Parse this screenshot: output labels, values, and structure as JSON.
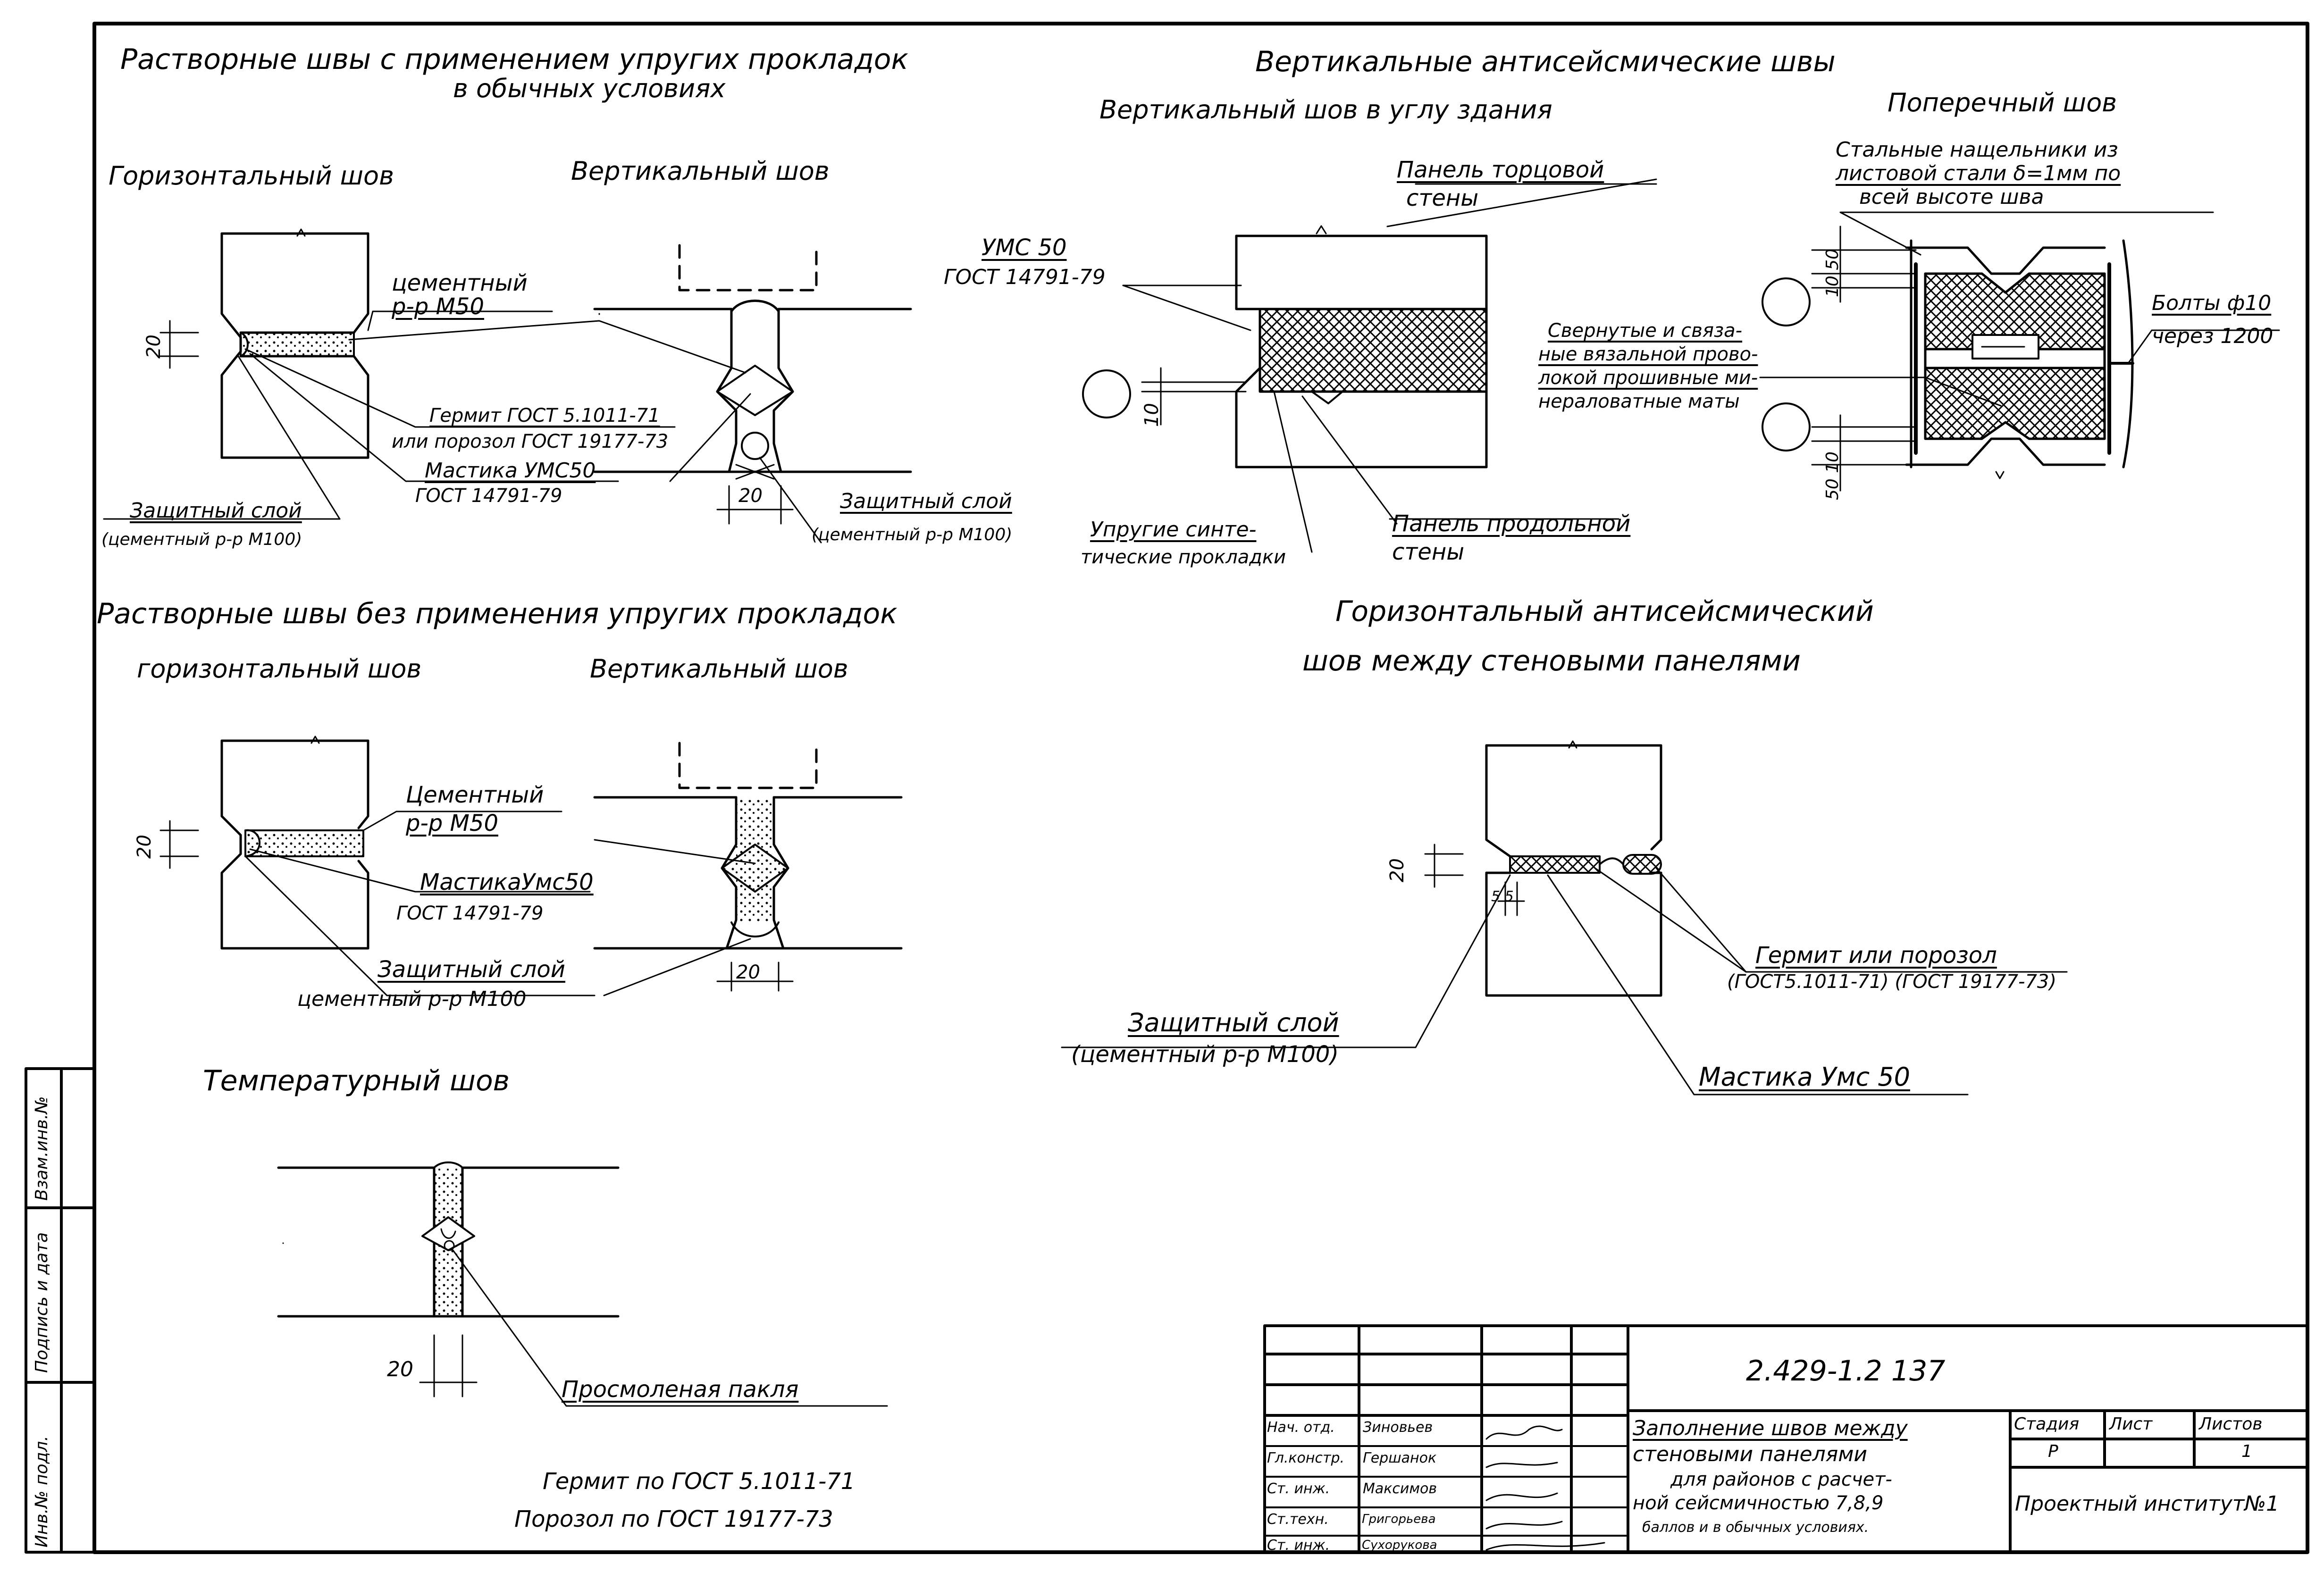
{
  "sections": {
    "elastic_title_1": "Растворные швы с применением упругих прокладок",
    "elastic_title_2": "в обычных условиях",
    "elastic_horiz": "Горизонтальный шов",
    "elastic_vert": "Вертикальный шов",
    "seismic_title": "Вертикальные антисейсмические швы",
    "seismic_corner": "Вертикальный шов в углу здания",
    "seismic_transverse": "Поперечный шов",
    "noelastic_title": "Растворные швы без применения упругих прокладок",
    "noelastic_horiz": "горизонтальный шов",
    "noelastic_vert": "Вертикальный шов",
    "antiseismic_horiz_1": "Горизонтальный антисейсмический",
    "antiseismic_horiz_2": "шов между стеновыми панелями",
    "temperature": "Температурный шов"
  },
  "labels": {
    "cement_m50_1": "цементный",
    "cement_m50_2": "р-р М50",
    "germit": "Гермит ГОСТ 5.1011-71",
    "porizol": "или порозол ГОСТ 19177-73",
    "mastika_1": "Мастика УМС50",
    "mastika_2": "ГОСТ 14791-79",
    "protect_1": "Защитный слой",
    "protect_2": "(цементный р-р М100)",
    "protect_v_1": "Защитный слой",
    "protect_v_2": "(цементный р-р М100)",
    "dim_20": "20",
    "ums_1": "УМС 50",
    "ums_2": "ГОСТ 14791-79",
    "end_panel_1": "Панель торцовой",
    "end_panel_2": "стены",
    "long_panel_1": "Панель продольной",
    "long_panel_2": "стены",
    "elastic_pads_1": "Упругие синте-",
    "elastic_pads_2": "тические прокладки",
    "dim_10": "10",
    "steel_1": "Стальные нащельники из",
    "steel_2": "листовой стали δ=1мм по",
    "steel_3": "всей высоте шва",
    "bolts_1": "Болты ф10",
    "bolts_2": "через 1200",
    "mats_1": "Свернутые и связа-",
    "mats_2": "ные вязальной прово-",
    "mats_3": "локой прошивные ми-",
    "mats_4": "нераловатные маты",
    "dim_10_50": "10 50",
    "dim_50_10": "50 10",
    "cement2_1": "Цементный",
    "cement2_2": "р-р М50",
    "mastika2_1": "МастикаУмс50",
    "mastika2_2": "ГОСТ 14791-79",
    "protect2_1": "Защитный слой",
    "protect2_2": "цементный р-р М100",
    "dim_20b": "20",
    "dim_20c": "20",
    "germit2_1": "Гермит или порозол",
    "germit2_2": "(ГОСТ5.1011-71) (ГОСТ 19177-73)",
    "dim_20d": "20",
    "dim_55": "5 5",
    "protect3_1": "Защитный слой",
    "protect3_2": "(цементный р-р М100)",
    "mastika3": "Мастика Умс 50",
    "dim_20e": "20",
    "tow": "Просмоленая пакля",
    "note_1": "Гермит по ГОСТ 5.1011-71",
    "note_2": "Порозол по ГОСТ 19177-73"
  },
  "side_stamp": {
    "inv": "Инв.№ подл.",
    "sign": "Подпись и дата",
    "inv2": "Взам.инв.№"
  },
  "title_block": {
    "code": "2.429-1.2  137",
    "title_1": "Заполнение швов между",
    "title_2": "стеновыми панелями",
    "title_3": "для районов с расчет-",
    "title_4": "ной сейсмичностью 7,8,9",
    "title_5": "баллов и в обычных условиях.",
    "stage_h": "Стадия",
    "sheet_h": "Лист",
    "sheets_h": "Листов",
    "stage": "Р",
    "sheet": "",
    "sheets": "1",
    "org": "Проектный институт№1",
    "roles": [
      "Нач. отд.",
      "Гл.констр.",
      "Ст. инж.",
      "Ст.техн.",
      "Ст. инж."
    ],
    "names": [
      "Зиновьев",
      "Гершанок",
      "Максимов",
      "Григорьева",
      "Сухорукова"
    ]
  }
}
